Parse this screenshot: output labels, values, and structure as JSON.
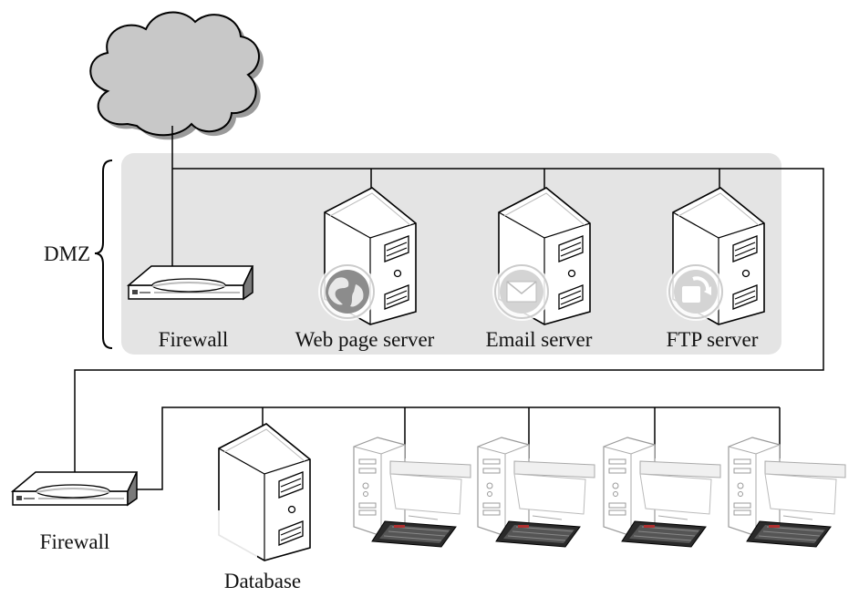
{
  "diagram": {
    "zone_label": "DMZ",
    "dmz_devices": {
      "firewall": "Firewall",
      "web_server": "Web page server",
      "email_server": "Email server",
      "ftp_server": "FTP server"
    },
    "internal": {
      "firewall": "Firewall",
      "database": "Database",
      "workstations": 4
    },
    "colors": {
      "dmz_background": "#e4e4e4",
      "line": "#000000",
      "cloud_fill": "#c8c8c8",
      "keyboard": "#2a2a2a"
    }
  }
}
